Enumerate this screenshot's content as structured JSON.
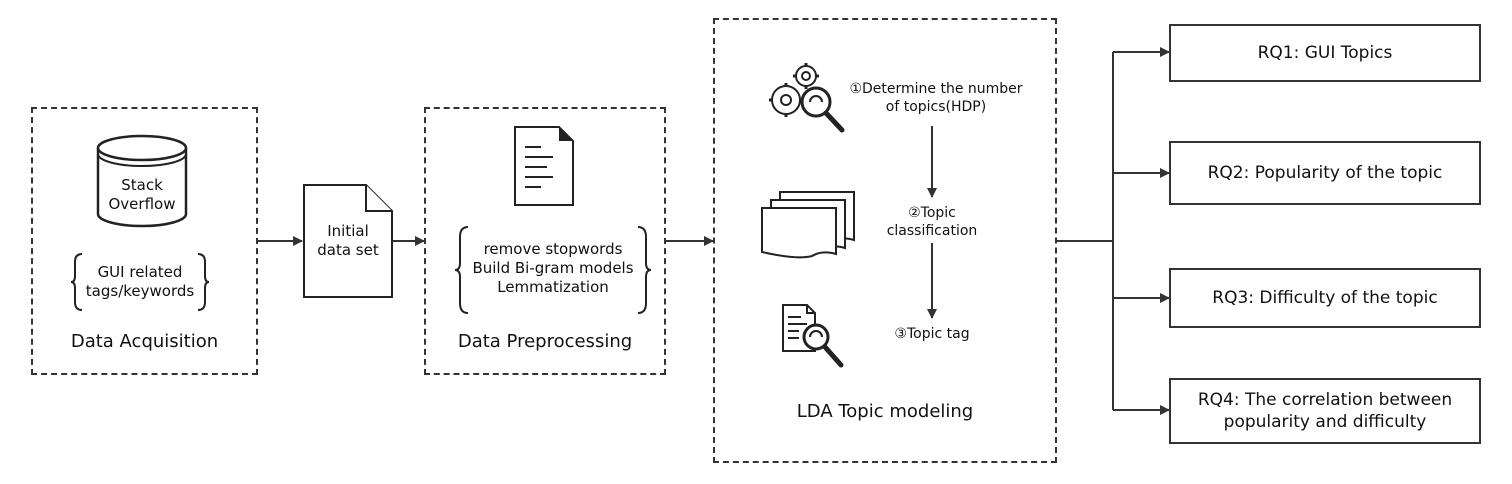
{
  "acquisition": {
    "title": "Data Acquisition",
    "database_label_line1": "Stack",
    "database_label_line2": "Overflow",
    "tags_line1": "GUI related",
    "tags_line2": "tags/keywords"
  },
  "initial_data": {
    "line1": "Initial",
    "line2": "data set"
  },
  "preprocessing": {
    "title": "Data Preprocessing",
    "steps": [
      "remove stopwords",
      "Build Bi-gram models",
      "Lemmatization"
    ]
  },
  "lda": {
    "title": "LDA  Topic modeling",
    "step1_line1": "①Determine the number",
    "step1_line2": "of topics(HDP)",
    "step2_line1": "②Topic",
    "step2_line2": "classification",
    "step3": "③Topic  tag"
  },
  "research_questions": [
    {
      "line1": "RQ1: GUI Topics",
      "line2": ""
    },
    {
      "line1": "RQ2: Popularity of the topic",
      "line2": ""
    },
    {
      "line1": "RQ3: Difficulty of the topic",
      "line2": ""
    },
    {
      "line1": "RQ4: The correlation between",
      "line2": "popularity and difficulty"
    }
  ],
  "icons": {
    "database": "database-cylinder-icon",
    "document": "document-icon",
    "gear_search": "gears-magnifier-icon",
    "stacked_pages": "stacked-pages-icon",
    "doc_search": "document-magnifier-icon"
  },
  "colors": {
    "line": "#333333",
    "text": "#111111"
  }
}
